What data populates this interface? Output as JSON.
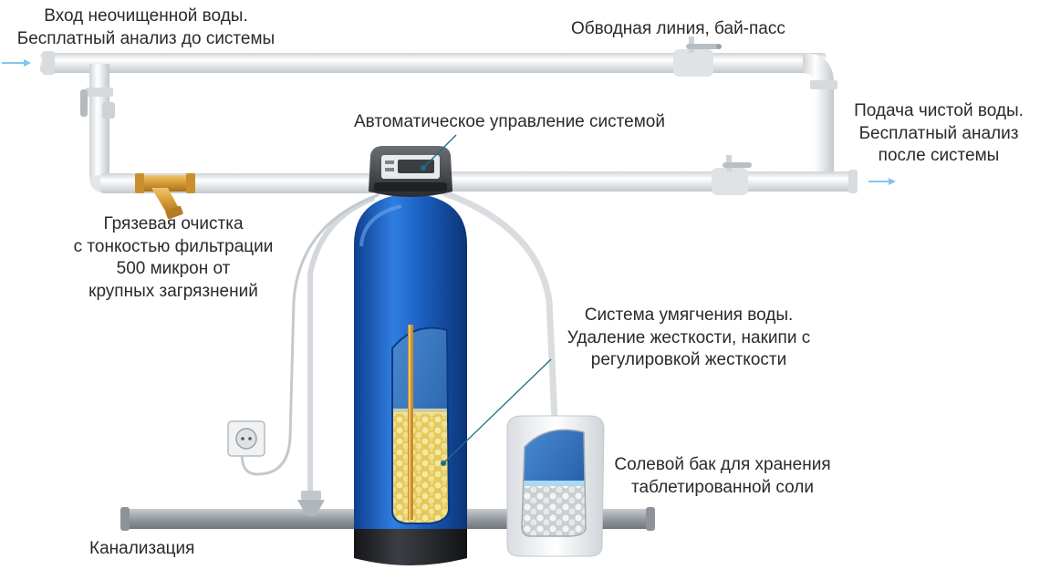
{
  "labels": {
    "inlet": [
      "Вход неочищенной воды.",
      "Бесплатный анализ до системы"
    ],
    "bypass": [
      "Обводная линия, бай-пасс"
    ],
    "outlet": [
      "Подача чистой воды.",
      "Бесплатный анализ",
      "после системы"
    ],
    "control": [
      "Автоматическое управление системой"
    ],
    "mud_filter": [
      "Грязевая очистка",
      "с тонкостью фильтрации",
      "500 микрон от",
      "крупных загрязнений"
    ],
    "softener": [
      "Система умягчения воды.",
      "Удаление жесткости, накипи с",
      "регулировкой жесткости"
    ],
    "brine_tank": [
      "Солевой бак для хранения",
      "таблетированной соли"
    ],
    "sewer": [
      "Канализация"
    ]
  },
  "colors": {
    "pipe": "#e6e8ea",
    "tank_blue": "#1f63c4",
    "tank_base": "#2a2c30",
    "resin": "#e6cf63",
    "leader_line": "#1c6f85",
    "arrow": "#7fc6ec"
  }
}
